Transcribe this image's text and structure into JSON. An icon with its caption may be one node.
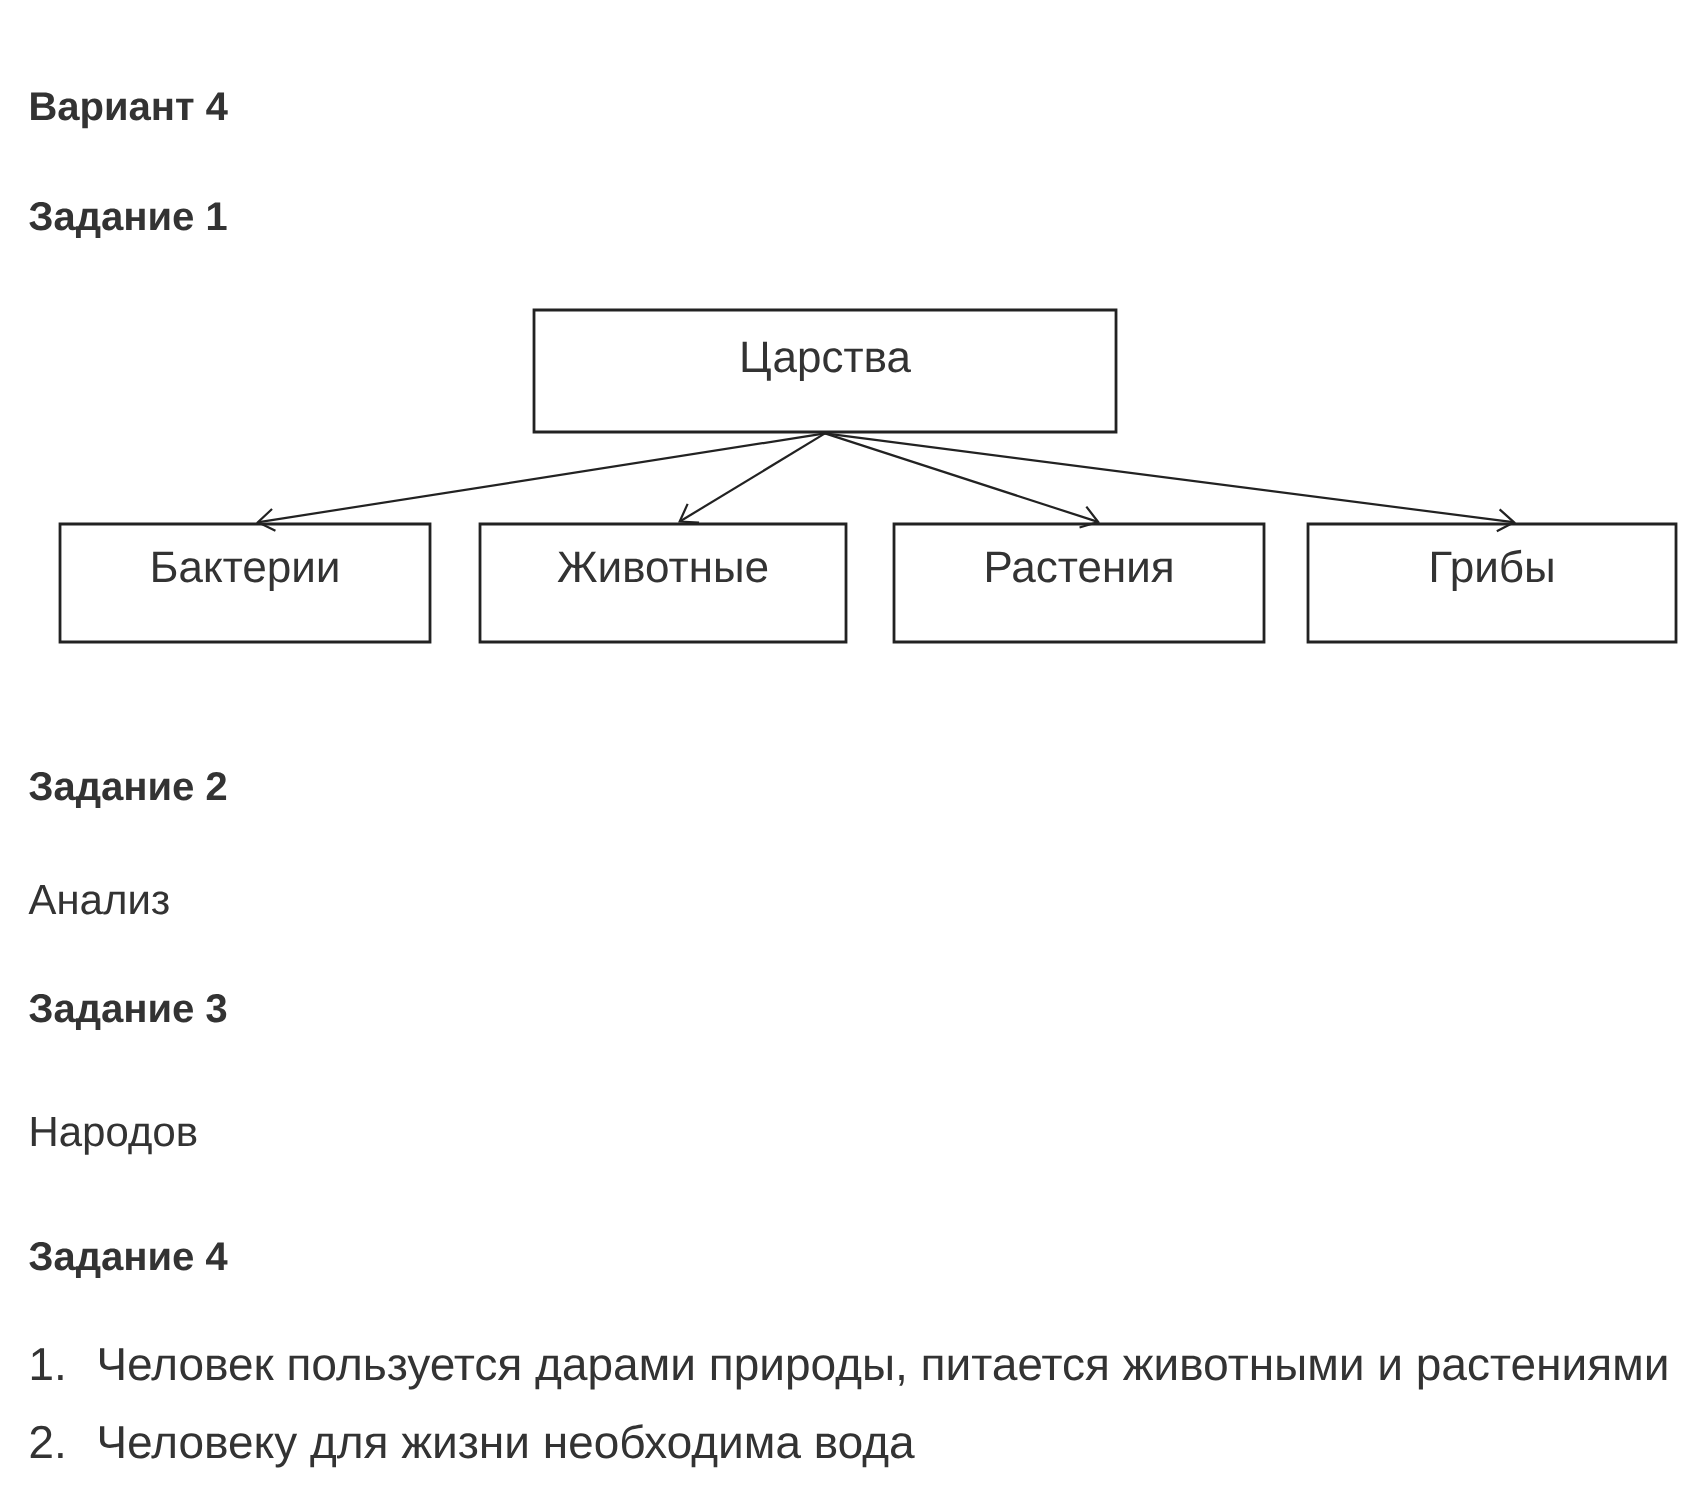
{
  "diagram": {
    "title": "Вариант 4",
    "nodes": [
      {
        "text": [
          "Царства"
        ]
      },
      {
        "text": [
          "Бактерии"
        ]
      },
      {
        "text": [
          "Животные"
        ]
      },
      {
        "text": [
          "Растения"
        ]
      },
      {
        "text": [
          "Грибы"
        ]
      }
    ],
    "edges": [
      {
        "from": 0,
        "to": 1,
        "arrow": "to"
      },
      {
        "from": 0,
        "to": 2,
        "arrow": "to"
      },
      {
        "from": 0,
        "to": 3,
        "arrow": "to"
      },
      {
        "from": 0,
        "to": 4,
        "arrow": "to"
      }
    ],
    "labels": [
      "Задание 1",
      "Задание 2",
      "Анализ",
      "Задание 3",
      "Народов",
      "Задание 4",
      "1.",
      "Человек пользуется дарами природы, питается животными и растениями",
      "2.",
      "Человеку для жизни необходима вода"
    ]
  }
}
